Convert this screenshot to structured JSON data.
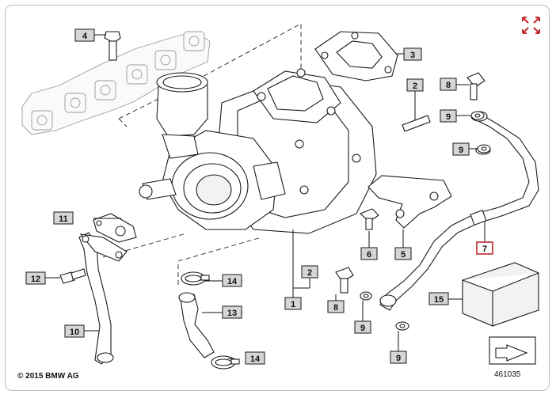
{
  "diagram": {
    "copyright": "© 2015 BMW AG",
    "diagram_number": "461035",
    "expand_icon": "expand-arrows-icon",
    "nav_icon": "next-page-arrow-icon",
    "accent_color": "#c0262c",
    "callouts": {
      "c1": "1",
      "c2a": "2",
      "c2b": "2",
      "c3": "3",
      "c4": "4",
      "c5": "5",
      "c6": "6",
      "c7": "7",
      "c8a": "8",
      "c8b": "8",
      "c9a": "9",
      "c9b": "9",
      "c9c": "9",
      "c9d": "9",
      "c10": "10",
      "c11": "11",
      "c12": "12",
      "c13": "13",
      "c14a": "14",
      "c14b": "14",
      "c15": "15"
    }
  }
}
